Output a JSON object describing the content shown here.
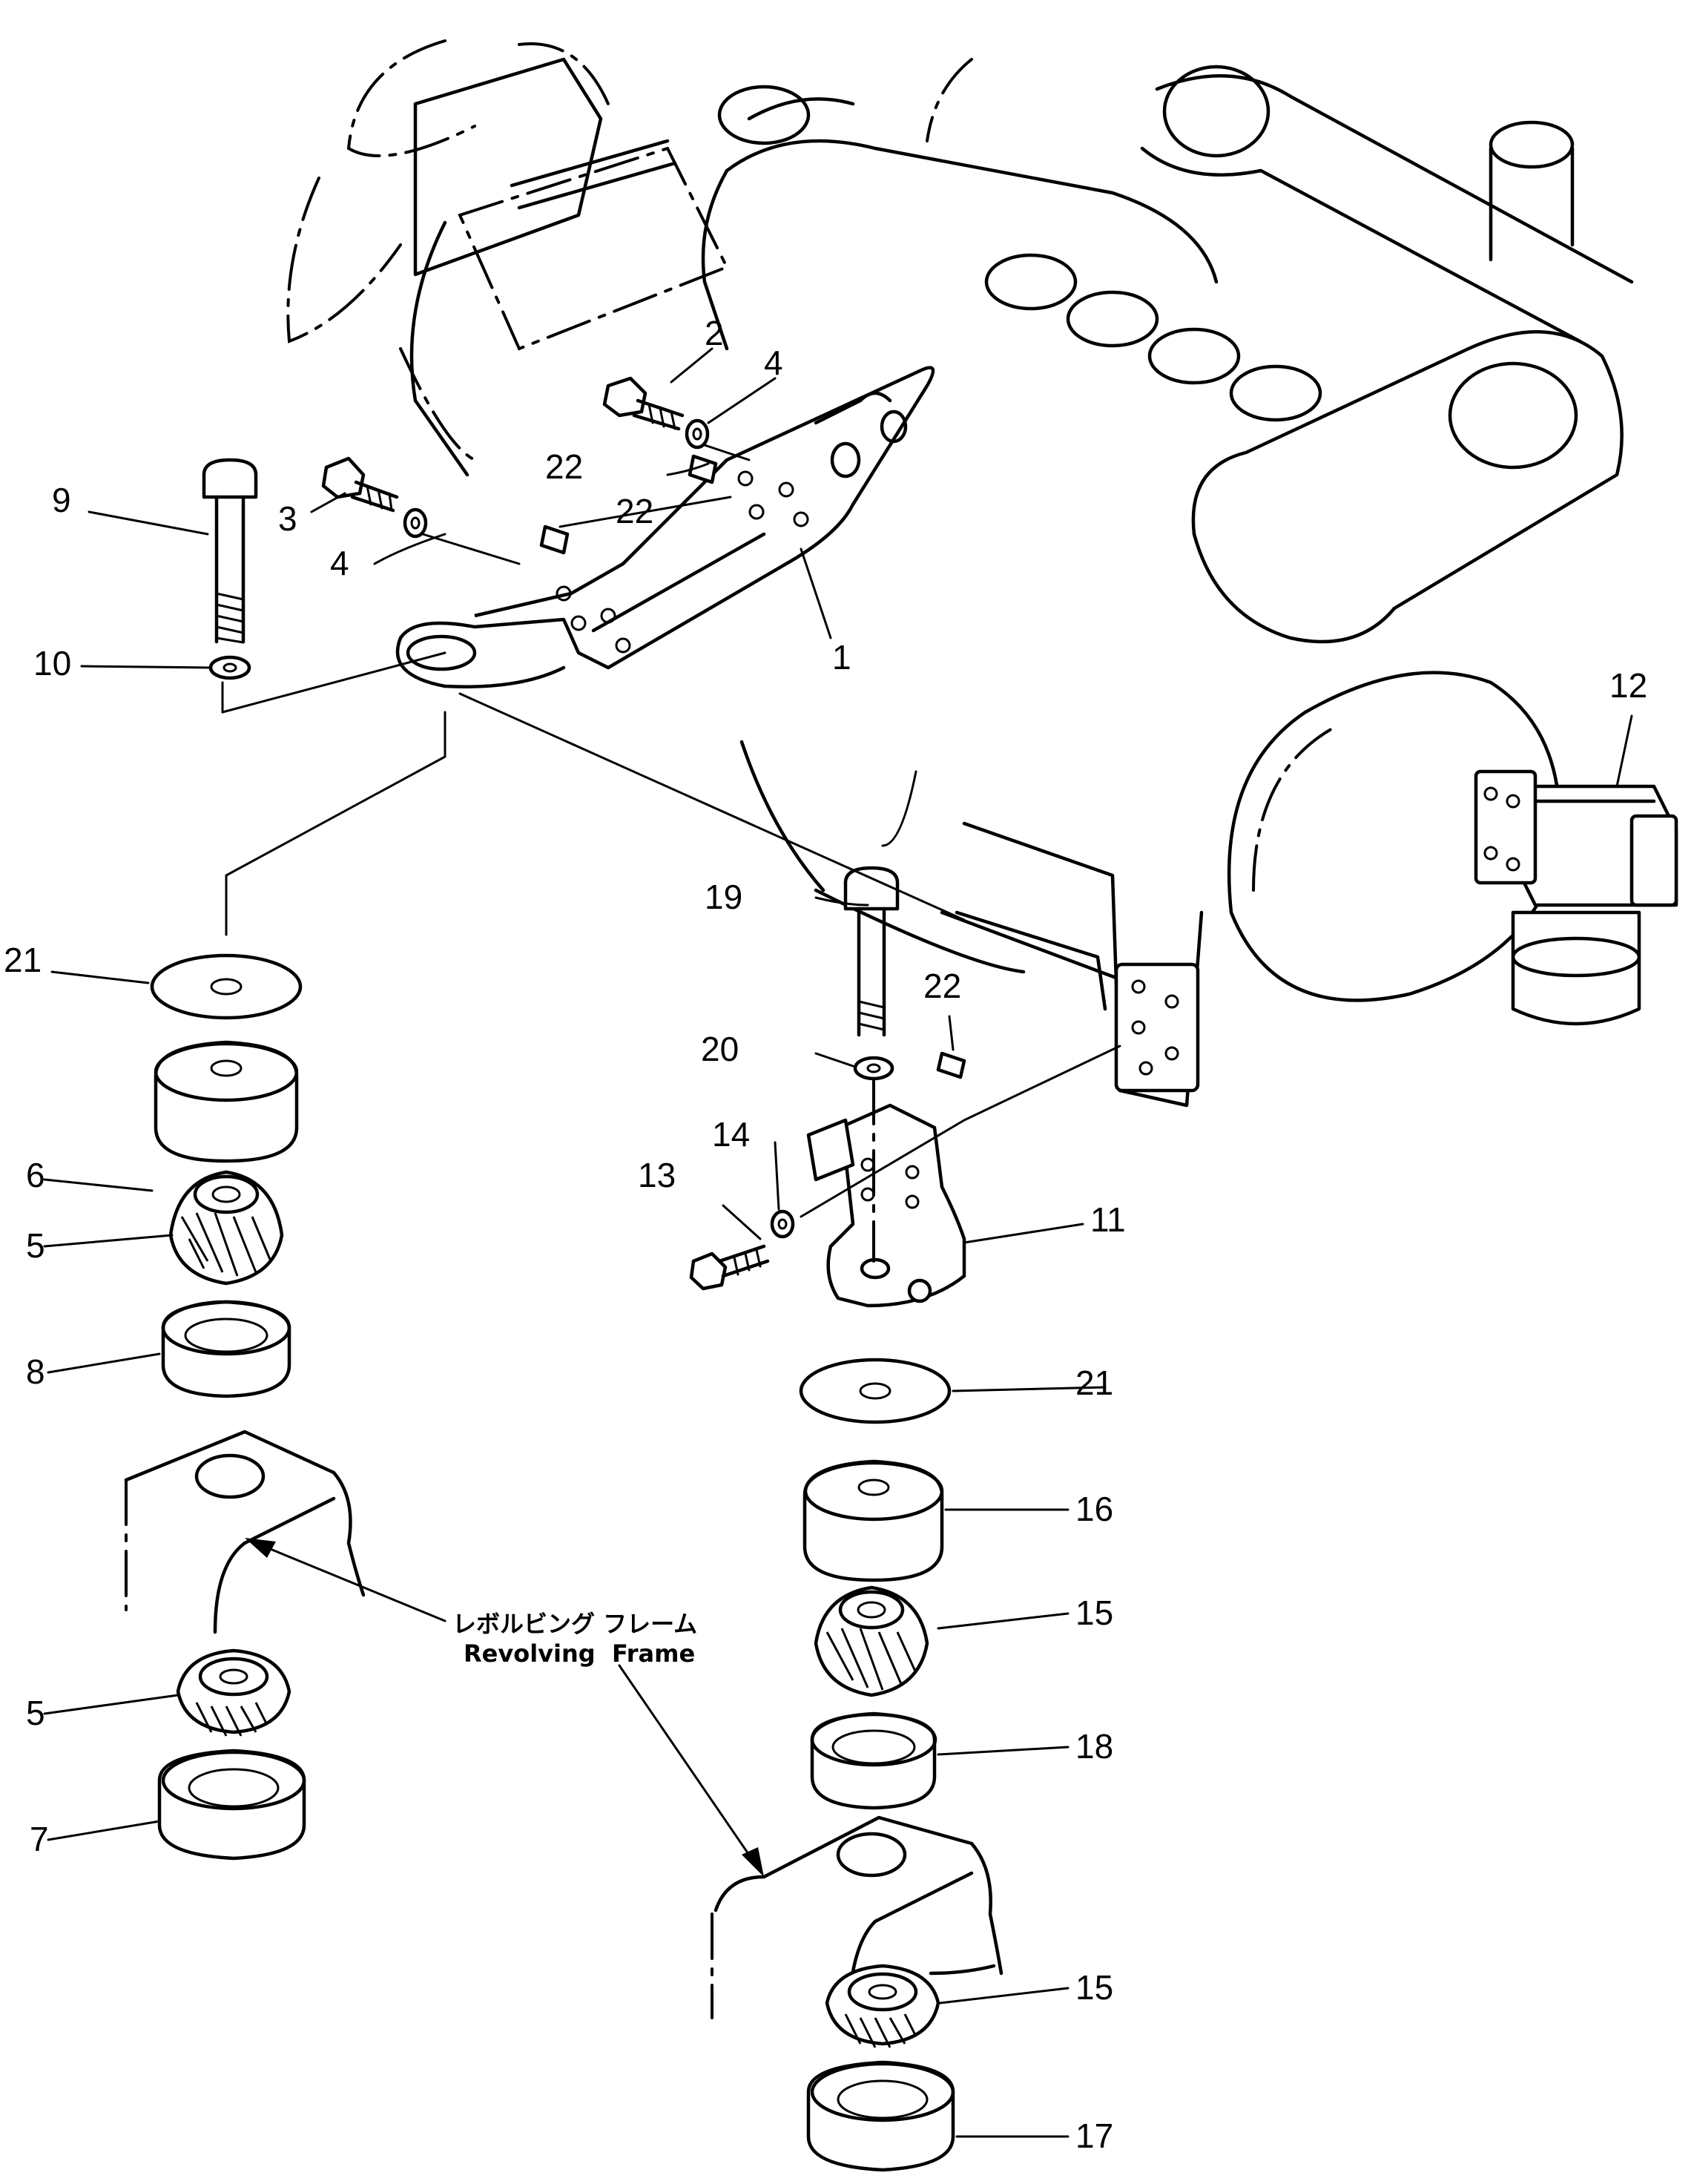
{
  "callouts": {
    "c1": "1",
    "c2": "2",
    "c3": "3",
    "c4a": "4",
    "c4b": "4",
    "c5a": "5",
    "c5b": "5",
    "c6": "6",
    "c7": "7",
    "c8": "8",
    "c9": "9",
    "c10": "10",
    "c11": "11",
    "c12": "12",
    "c13": "13",
    "c14": "14",
    "c15a": "15",
    "c15b": "15",
    "c16": "16",
    "c17": "17",
    "c18": "18",
    "c19": "19",
    "c20": "20",
    "c21a": "21",
    "c21b": "21",
    "c22a": "22",
    "c22b": "22",
    "c22c": "22"
  },
  "frame_label": {
    "japanese": "レボルビング フレーム",
    "english": "Revolving  Frame"
  }
}
